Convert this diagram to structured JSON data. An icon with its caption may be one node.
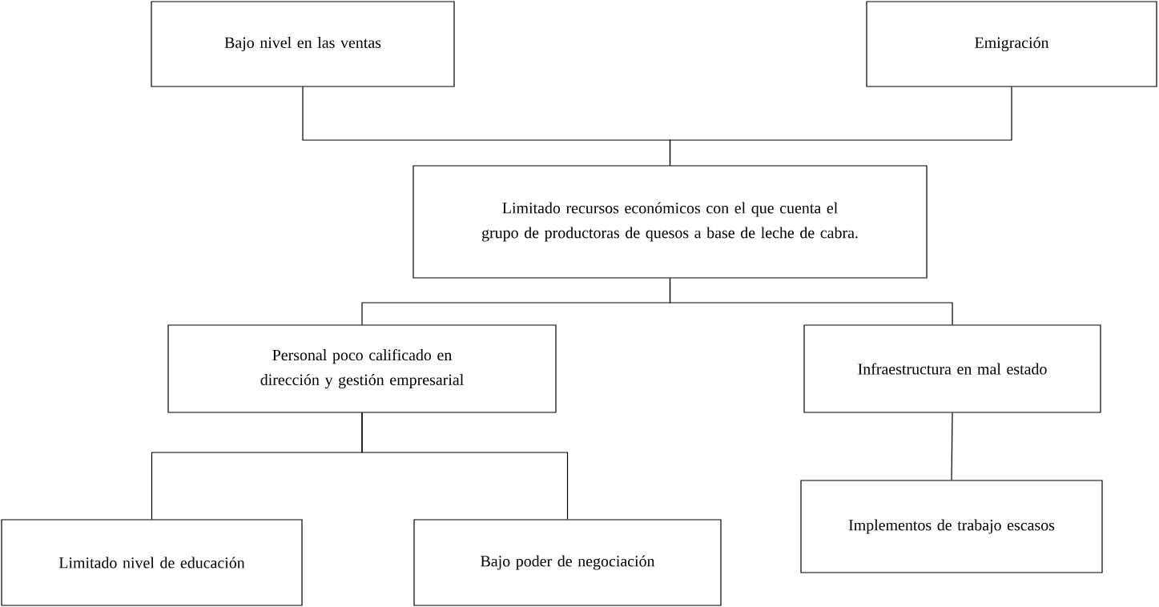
{
  "diagram": {
    "nodes": [
      {
        "text": [
          "Bajo nivel en las ventas"
        ]
      },
      {
        "text": [
          "Emigración"
        ]
      },
      {
        "text": [
          "Limitado recursos económicos con el que cuenta el grupo de productoras de quesos a base de leche de cabra."
        ]
      },
      {
        "text": [
          "Personal poco calificado en dirección y gestión empresarial"
        ]
      },
      {
        "text": [
          "Infraestructura en mal estado"
        ]
      },
      {
        "text": [
          "Limitado nivel de educación"
        ]
      },
      {
        "text": [
          "Bajo poder de negociación"
        ]
      },
      {
        "text": [
          "Implementos de trabajo escasos"
        ]
      }
    ],
    "edges": [
      {
        "from": 0,
        "to": 2,
        "arrow": "none"
      },
      {
        "from": 1,
        "to": 2,
        "arrow": "none"
      },
      {
        "from": 2,
        "to": 3,
        "arrow": "none"
      },
      {
        "from": 2,
        "to": 4,
        "arrow": "none"
      },
      {
        "from": 3,
        "to": 5,
        "arrow": "none"
      },
      {
        "from": 3,
        "to": 6,
        "arrow": "none"
      },
      {
        "from": 4,
        "to": 7,
        "arrow": "none"
      }
    ]
  }
}
